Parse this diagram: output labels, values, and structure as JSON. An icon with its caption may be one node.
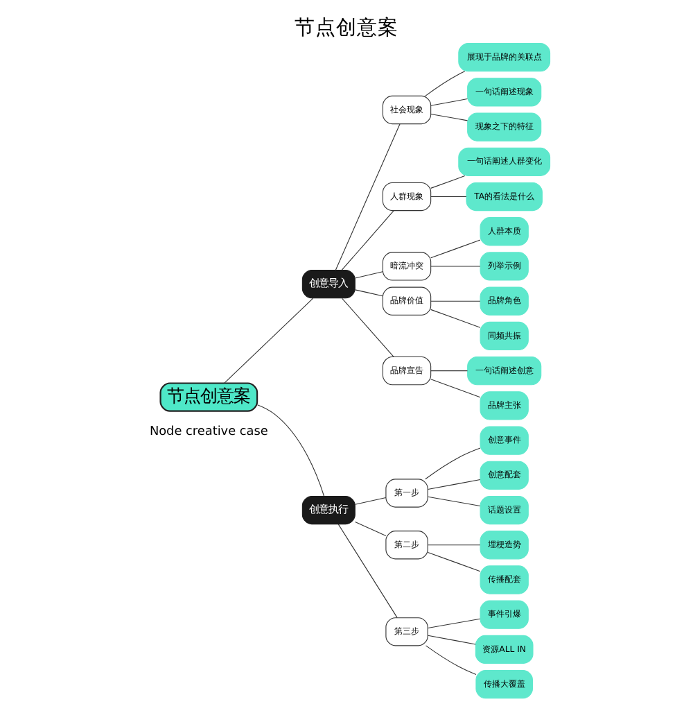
{
  "diagram": {
    "title": "节点创意案",
    "nodes": [
      {
        "text": [
          "节点创意案"
        ]
      },
      {
        "text": [
          "创意导入"
        ]
      },
      {
        "text": [
          "社会现象"
        ]
      },
      {
        "text": [
          "展现于品牌的关联点"
        ]
      },
      {
        "text": [
          "一句话阐述现象"
        ]
      },
      {
        "text": [
          "现象之下的特征"
        ]
      },
      {
        "text": [
          "人群现象"
        ]
      },
      {
        "text": [
          "一句话阐述人群变化"
        ]
      },
      {
        "text": [
          "TA的看法是什么"
        ]
      },
      {
        "text": [
          "暗流冲突"
        ]
      },
      {
        "text": [
          "人群本质"
        ]
      },
      {
        "text": [
          "列举示例"
        ]
      },
      {
        "text": [
          "品牌价值"
        ]
      },
      {
        "text": [
          "品牌角色"
        ]
      },
      {
        "text": [
          "同频共振"
        ]
      },
      {
        "text": [
          "品牌宣告"
        ]
      },
      {
        "text": [
          "一句话阐述创意"
        ]
      },
      {
        "text": [
          "品牌主张"
        ]
      },
      {
        "text": [
          "创意执行"
        ]
      },
      {
        "text": [
          "第一步"
        ]
      },
      {
        "text": [
          "创意事件"
        ]
      },
      {
        "text": [
          "创意配套"
        ]
      },
      {
        "text": [
          "话题设置"
        ]
      },
      {
        "text": [
          "第二步"
        ]
      },
      {
        "text": [
          "埋梗造势"
        ]
      },
      {
        "text": [
          "传播配套"
        ]
      },
      {
        "text": [
          "第三步"
        ]
      },
      {
        "text": [
          "事件引爆"
        ]
      },
      {
        "text": [
          "资源ALL IN"
        ]
      },
      {
        "text": [
          "传播大覆盖"
        ]
      }
    ],
    "edges": [
      {
        "from": 0,
        "to": 1,
        "arrow": "none"
      },
      {
        "from": 1,
        "to": 2,
        "arrow": "none"
      },
      {
        "from": 2,
        "to": 3,
        "arrow": "none"
      },
      {
        "from": 2,
        "to": 4,
        "arrow": "none"
      },
      {
        "from": 2,
        "to": 5,
        "arrow": "none"
      },
      {
        "from": 1,
        "to": 6,
        "arrow": "none"
      },
      {
        "from": 6,
        "to": 7,
        "arrow": "none"
      },
      {
        "from": 6,
        "to": 8,
        "arrow": "none"
      },
      {
        "from": 1,
        "to": 9,
        "arrow": "none"
      },
      {
        "from": 9,
        "to": 10,
        "arrow": "none"
      },
      {
        "from": 9,
        "to": 11,
        "arrow": "none"
      },
      {
        "from": 1,
        "to": 12,
        "arrow": "none"
      },
      {
        "from": 12,
        "to": 13,
        "arrow": "none"
      },
      {
        "from": 12,
        "to": 14,
        "arrow": "none"
      },
      {
        "from": 1,
        "to": 15,
        "arrow": "none"
      },
      {
        "from": 15,
        "to": 16,
        "arrow": "none"
      },
      {
        "from": 15,
        "to": 17,
        "arrow": "none"
      },
      {
        "from": 0,
        "to": 18,
        "arrow": "none"
      },
      {
        "from": 18,
        "to": 19,
        "arrow": "none"
      },
      {
        "from": 19,
        "to": 20,
        "arrow": "none"
      },
      {
        "from": 19,
        "to": 21,
        "arrow": "none"
      },
      {
        "from": 19,
        "to": 22,
        "arrow": "none"
      },
      {
        "from": 18,
        "to": 23,
        "arrow": "none"
      },
      {
        "from": 23,
        "to": 24,
        "arrow": "none"
      },
      {
        "from": 23,
        "to": 25,
        "arrow": "none"
      },
      {
        "from": 18,
        "to": 26,
        "arrow": "none"
      },
      {
        "from": 26,
        "to": 27,
        "arrow": "none"
      },
      {
        "from": 26,
        "to": 28,
        "arrow": "none"
      },
      {
        "from": 26,
        "to": 29,
        "arrow": "none"
      }
    ],
    "labels": [
      "Node creative case"
    ]
  }
}
